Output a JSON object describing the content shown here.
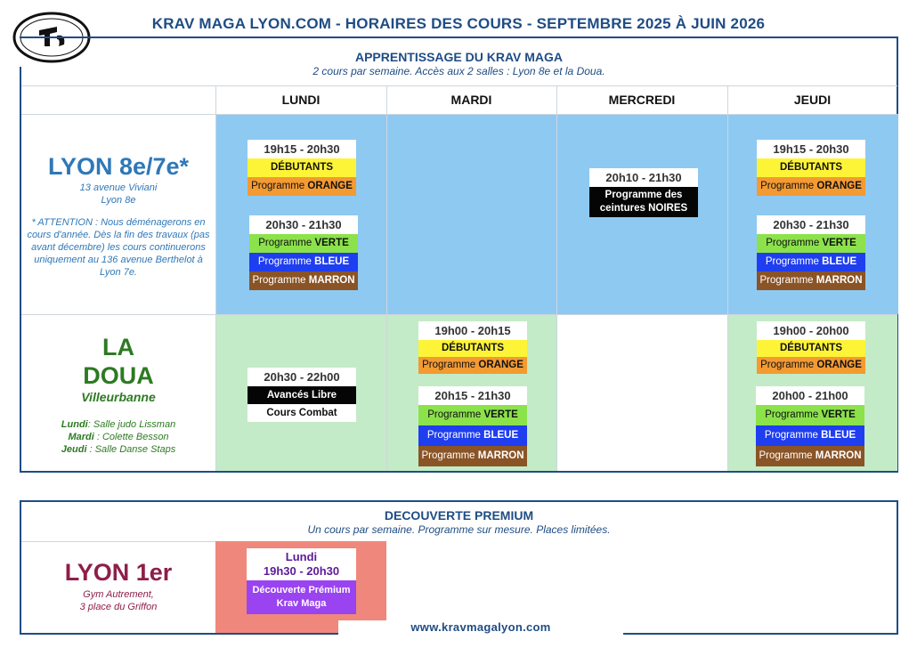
{
  "header": {
    "title": "KRAV MAGA LYON.COM - HORAIRES DES COURS - SEPTEMBRE 2025 À JUIN 2026"
  },
  "section1": {
    "title": "APPRENTISSAGE DU KRAV MAGA",
    "subtitle": "2 cours par semaine. Accès aux 2 salles : Lyon 8e et la Doua."
  },
  "days": [
    "LUNDI",
    "MARDI",
    "MERCREDI",
    "JEUDI"
  ],
  "lyon8": {
    "name": "LYON 8e/7e*",
    "address1": "13 avenue Viviani",
    "address2": "Lyon 8e",
    "note": "* ATTENTION : Nous déménagerons en cours d'année. Dès la fin des travaux (pas avant décembre) les cours continuerons uniquement au 136 avenue Berthelot à Lyon 7e."
  },
  "doua": {
    "name_line1": "LA",
    "name_line2": "DOUA",
    "subtitle": "Villeurbanne",
    "rooms": [
      {
        "day": "Lundi",
        "sep": ": ",
        "room": "Salle judo Lissman"
      },
      {
        "day": "Mardi",
        "sep": " : ",
        "room": "Colette Besson"
      },
      {
        "day": "Jeudi",
        "sep": " : ",
        "room": "Salle Danse Staps"
      }
    ]
  },
  "labels": {
    "debutants": "DÉBUTANTS",
    "programme": "Programme ",
    "orange": "ORANGE",
    "verte": "VERTE",
    "bleue": "BLEUE",
    "marron": "MARRON",
    "noires": "Programme des ceintures NOIRES",
    "avances": "Avancés Libre",
    "combat": "Cours Combat"
  },
  "times": {
    "l8_lun_1": "19h15 - 20h30",
    "l8_lun_2": "20h30 - 21h30",
    "l8_mer": "20h10 - 21h30",
    "l8_jeu_1": "19h15 - 20h30",
    "l8_jeu_2": "20h30 - 21h30",
    "doua_lun": "20h30 - 22h00",
    "doua_mar_1": "19h00 - 20h15",
    "doua_mar_2": "20h15 - 21h30",
    "doua_jeu_1": "19h00 - 20h00",
    "doua_jeu_2": "20h00 - 21h00"
  },
  "section2": {
    "title": "DECOUVERTE PREMIUM",
    "subtitle": "Un cours par semaine. Programme sur mesure. Places limitées.",
    "city": "LYON 1er",
    "address1": "Gym Autrement,",
    "address2": "3 place du Griffon",
    "card_day": "Lundi",
    "card_time": "19h30 - 20h30",
    "card_label1": "Découverte Prémium",
    "card_label2": "Krav Maga"
  },
  "footer": {
    "website": "www.kravmagalyon.com"
  },
  "colors": {
    "brand": "#1f4c84",
    "lyon8_bg": "#8ec9f2",
    "doua_bg": "#c3ebc7",
    "premium_bg": "#f0877c"
  }
}
